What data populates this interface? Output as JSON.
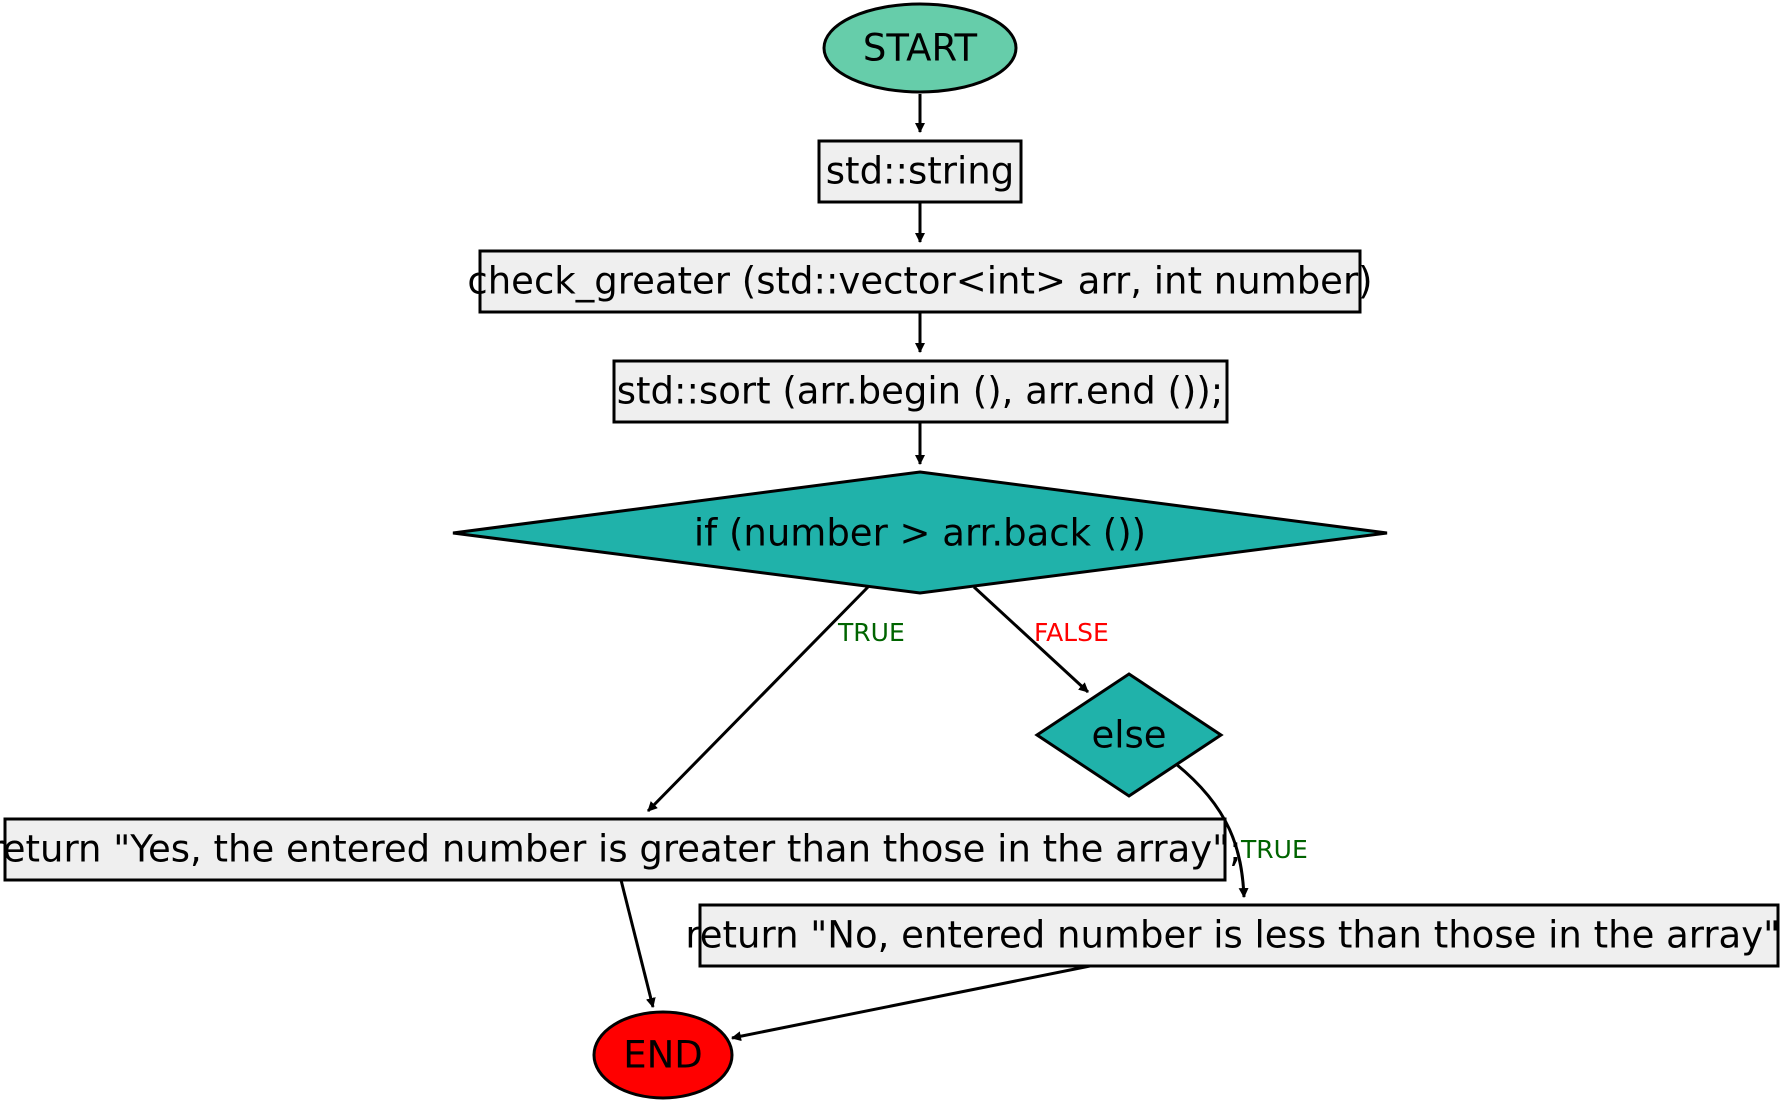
{
  "nodes": {
    "start": {
      "label": "START",
      "shape": "ellipse",
      "color": "#66CDAA"
    },
    "return_type": {
      "label": "std::string",
      "shape": "rect",
      "color": "#EFEFEF"
    },
    "signature": {
      "label": "check_greater (std::vector<int> arr, int number)",
      "shape": "rect",
      "color": "#EFEFEF"
    },
    "sort": {
      "label": "std::sort (arr.begin (), arr.end ());",
      "shape": "rect",
      "color": "#EFEFEF"
    },
    "condition": {
      "label": "if (number > arr.back ())",
      "shape": "diamond",
      "color": "#20B2AA"
    },
    "else": {
      "label": "else",
      "shape": "diamond",
      "color": "#20B2AA"
    },
    "return_yes": {
      "label": "return \"Yes, the entered number is greater than those in the array\";",
      "shape": "rect",
      "color": "#EFEFEF"
    },
    "return_no": {
      "label": "return \"No, entered number is less than those in the array\";",
      "shape": "rect",
      "color": "#EFEFEF"
    },
    "end": {
      "label": "END",
      "shape": "ellipse",
      "color": "#FF0000"
    }
  },
  "edges": [
    {
      "from": "start",
      "to": "return_type",
      "label": ""
    },
    {
      "from": "return_type",
      "to": "signature",
      "label": ""
    },
    {
      "from": "signature",
      "to": "sort",
      "label": ""
    },
    {
      "from": "sort",
      "to": "condition",
      "label": ""
    },
    {
      "from": "condition",
      "to": "return_yes",
      "label": "TRUE"
    },
    {
      "from": "condition",
      "to": "else",
      "label": "FALSE"
    },
    {
      "from": "else",
      "to": "return_no",
      "label": "TRUE"
    },
    {
      "from": "return_yes",
      "to": "end",
      "label": ""
    },
    {
      "from": "return_no",
      "to": "end",
      "label": ""
    }
  ],
  "colors": {
    "true_label": "#006400",
    "false_label": "#FF0000",
    "stroke": "#000000"
  }
}
